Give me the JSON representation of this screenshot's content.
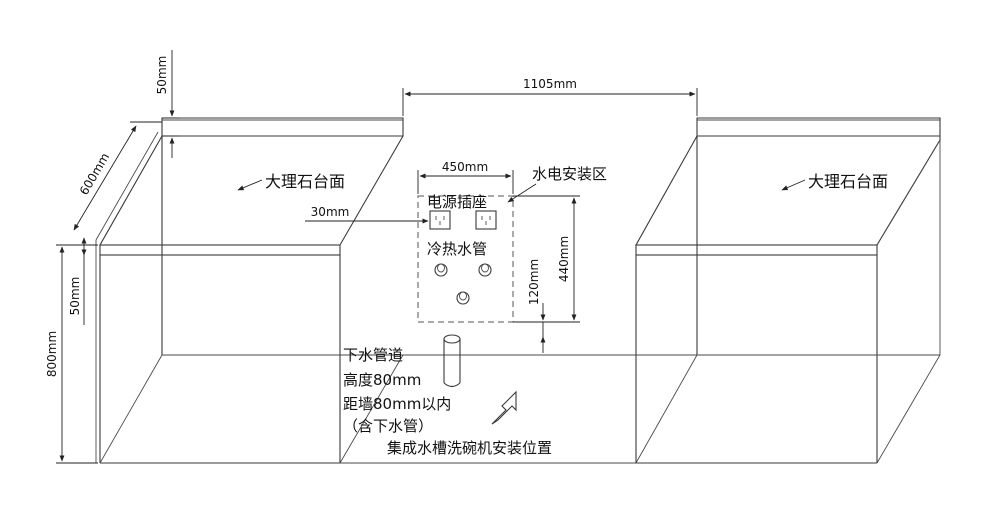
{
  "labels": {
    "marble_left": "大理石台面",
    "marble_right": "大理石台面",
    "install_zone": "水电安装区",
    "power_socket": "电源插座",
    "hot_cold_pipe": "冷热水管",
    "drain_line1": "下水管道",
    "drain_line2": "高度80mm",
    "drain_line3": "距墙80mm以内",
    "drain_line4": "（含下水管）",
    "dishwasher": "集成水槽洗碗机安装位置"
  },
  "dimensions": {
    "top_width": "1105mm",
    "zone_width": "450mm",
    "socket_offset": "30mm",
    "zone_height": "440mm",
    "pipe_height": "120mm",
    "counter_thickness_top": "50mm",
    "counter_depth": "600mm",
    "counter_thickness_side": "50mm",
    "cabinet_height": "800mm"
  }
}
